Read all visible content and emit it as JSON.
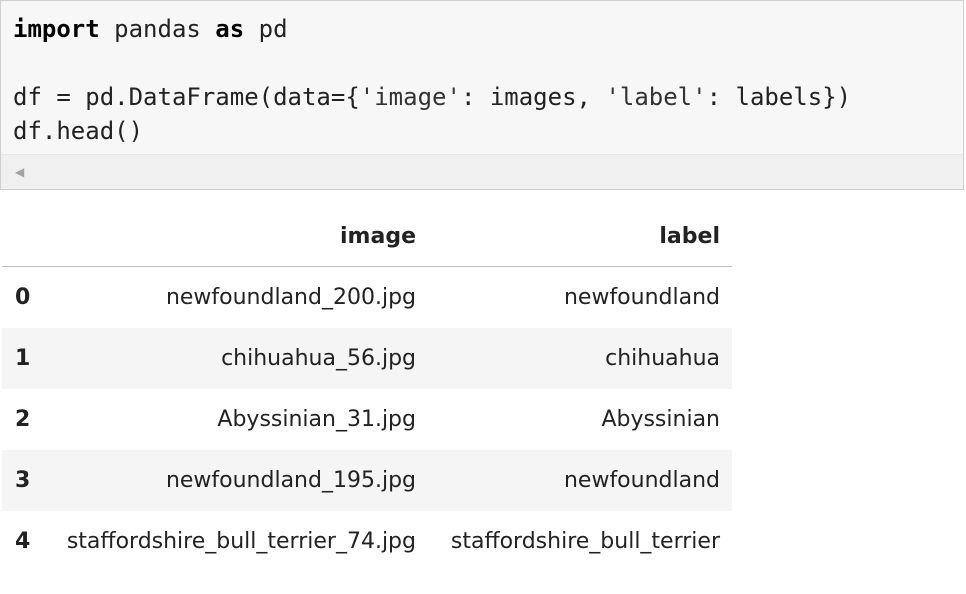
{
  "code_cell": {
    "lines": [
      [
        {
          "t": "import",
          "c": "kw"
        },
        {
          "t": " pandas ",
          "c": ""
        },
        {
          "t": "as",
          "c": "kw"
        },
        {
          "t": " pd",
          "c": ""
        }
      ],
      [],
      [
        {
          "t": "df = pd.DataFrame(data={",
          "c": ""
        },
        {
          "t": "'image'",
          "c": "str"
        },
        {
          "t": ": images, ",
          "c": ""
        },
        {
          "t": "'label'",
          "c": "str"
        },
        {
          "t": ": labels})",
          "c": ""
        }
      ],
      [
        {
          "t": "df.head()",
          "c": ""
        }
      ]
    ],
    "scroll_arrow": "◀"
  },
  "dataframe": {
    "columns": [
      "",
      "image",
      "label"
    ],
    "rows": [
      {
        "index": "0",
        "image": "newfoundland_200.jpg",
        "label": "newfoundland"
      },
      {
        "index": "1",
        "image": "chihuahua_56.jpg",
        "label": "chihuahua"
      },
      {
        "index": "2",
        "image": "Abyssinian_31.jpg",
        "label": "Abyssinian"
      },
      {
        "index": "3",
        "image": "newfoundland_195.jpg",
        "label": "newfoundland"
      },
      {
        "index": "4",
        "image": "staffordshire_bull_terrier_74.jpg",
        "label": "staffordshire_bull_terrier"
      }
    ]
  }
}
